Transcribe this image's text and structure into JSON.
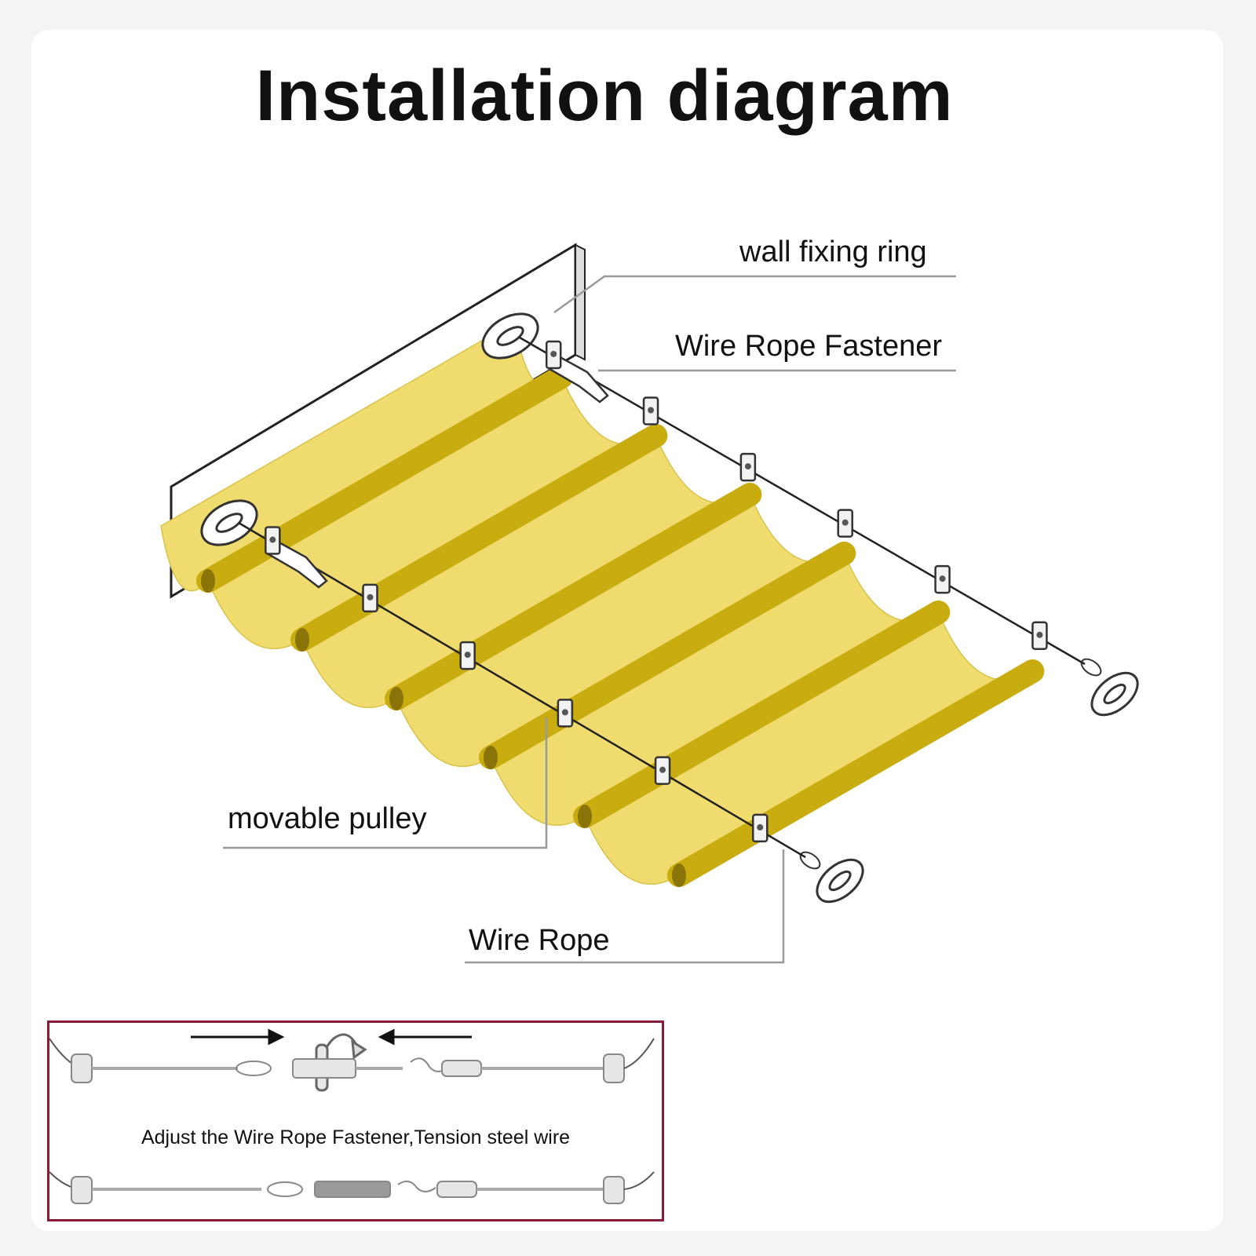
{
  "title": "Installation diagram",
  "labels": {
    "wall_fixing_ring": "wall fixing ring",
    "wire_rope_fastener": "Wire Rope Fastener",
    "movable_pulley": "movable pulley",
    "wire_rope": "Wire Rope"
  },
  "inset": {
    "caption": "Adjust the Wire Rope Fastener,Tension steel wire"
  },
  "colors": {
    "canopy": "#f0dc6e",
    "rod": "#c9ac10",
    "inset_border": "#8a1c38",
    "leader_line": "#9a9a9a"
  }
}
